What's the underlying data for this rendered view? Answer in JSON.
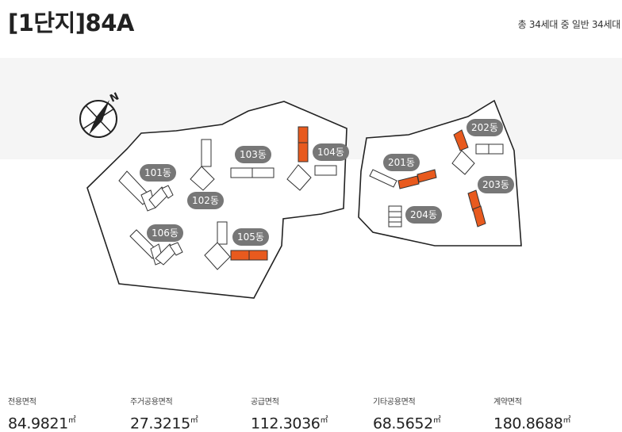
{
  "header": {
    "title": "[1단지]84A",
    "unit_summary": "총 34세대 중 일반 34세대"
  },
  "sitemap": {
    "compass_letter": "N",
    "compass_icon": "north-compass-icon",
    "highlight_color": "#e85a1e",
    "label_color": "#777777",
    "dongs": [
      {
        "id": "101",
        "label": "101동"
      },
      {
        "id": "102",
        "label": "102동"
      },
      {
        "id": "103",
        "label": "103동"
      },
      {
        "id": "104",
        "label": "104동"
      },
      {
        "id": "105",
        "label": "105동"
      },
      {
        "id": "106",
        "label": "106동"
      },
      {
        "id": "201",
        "label": "201동"
      },
      {
        "id": "202",
        "label": "202동"
      },
      {
        "id": "203",
        "label": "203동"
      },
      {
        "id": "204",
        "label": "204동"
      }
    ]
  },
  "areas": [
    {
      "label": "전용면적",
      "value": "84.9821",
      "unit": "㎡"
    },
    {
      "label": "주거공용면적",
      "value": "27.3215",
      "unit": "㎡"
    },
    {
      "label": "공급면적",
      "value": "112.3036",
      "unit": "㎡"
    },
    {
      "label": "기타공용면적",
      "value": "68.5652",
      "unit": "㎡"
    },
    {
      "label": "계약면적",
      "value": "180.8688",
      "unit": "㎡"
    }
  ]
}
